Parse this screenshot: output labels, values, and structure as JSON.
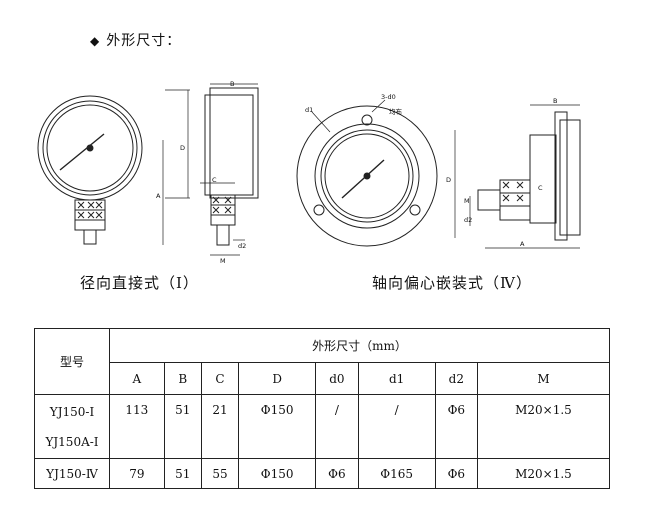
{
  "heading": {
    "bullet": "◆",
    "text": "外形尺寸："
  },
  "captions": {
    "left": "径向直接式（Ⅰ）",
    "right": "轴向偏心嵌装式（Ⅳ）"
  },
  "drawing_labels": {
    "A": "A",
    "B": "B",
    "C": "C",
    "D": "D",
    "M": "M",
    "d0": "3-d0",
    "d0_note": "均布",
    "d1": "d1",
    "d2": "d2"
  },
  "table": {
    "model_header": "型号",
    "dims_header": "外形尺寸（mm）",
    "columns": [
      "A",
      "B",
      "C",
      "D",
      "d0",
      "d1",
      "d2",
      "M"
    ],
    "rows": [
      {
        "models": [
          "YJ150-Ⅰ",
          "YJ150A-Ⅰ"
        ],
        "values": [
          "113",
          "51",
          "21",
          "Φ150",
          "/",
          "/",
          "Φ6",
          "M20×1.5"
        ]
      },
      {
        "models": [
          "YJ150-Ⅳ"
        ],
        "values": [
          "79",
          "51",
          "55",
          "Φ150",
          "Φ6",
          "Φ165",
          "Φ6",
          "M20×1.5"
        ]
      }
    ]
  }
}
